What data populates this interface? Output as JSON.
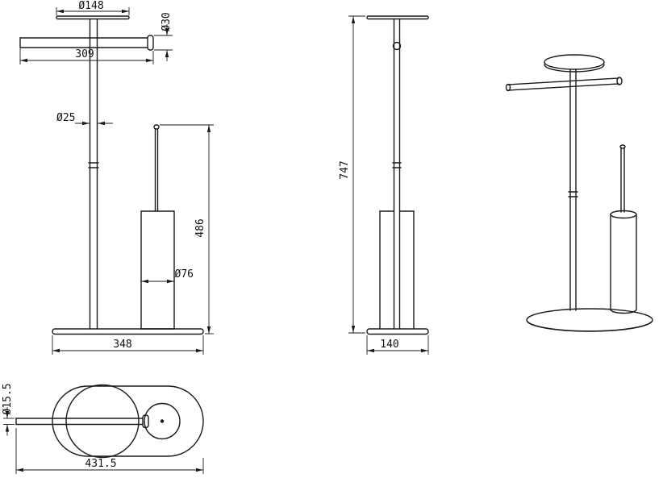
{
  "drawing": {
    "background": "#ffffff",
    "line_color": "#1a1a1a",
    "subject": "toilet-paper-holder-with-brush-stand-technical-drawing",
    "views": {
      "front": {
        "name": "front-view",
        "dims": {
          "top_plate_dia": "Ø148",
          "bar_dia": "Ø30",
          "bar_length": "309",
          "pole_dia": "Ø25",
          "brush_unit_height": "486",
          "brush_holder_dia": "Ø76",
          "base_width": "348"
        }
      },
      "side": {
        "name": "side-view",
        "dims": {
          "overall_height": "747",
          "base_depth": "140"
        }
      },
      "top": {
        "name": "top-view",
        "dims": {
          "bar_tube_dia": "Ø15.5",
          "overall_length": "431.5"
        }
      },
      "perspective": {
        "name": "perspective-view"
      }
    }
  }
}
